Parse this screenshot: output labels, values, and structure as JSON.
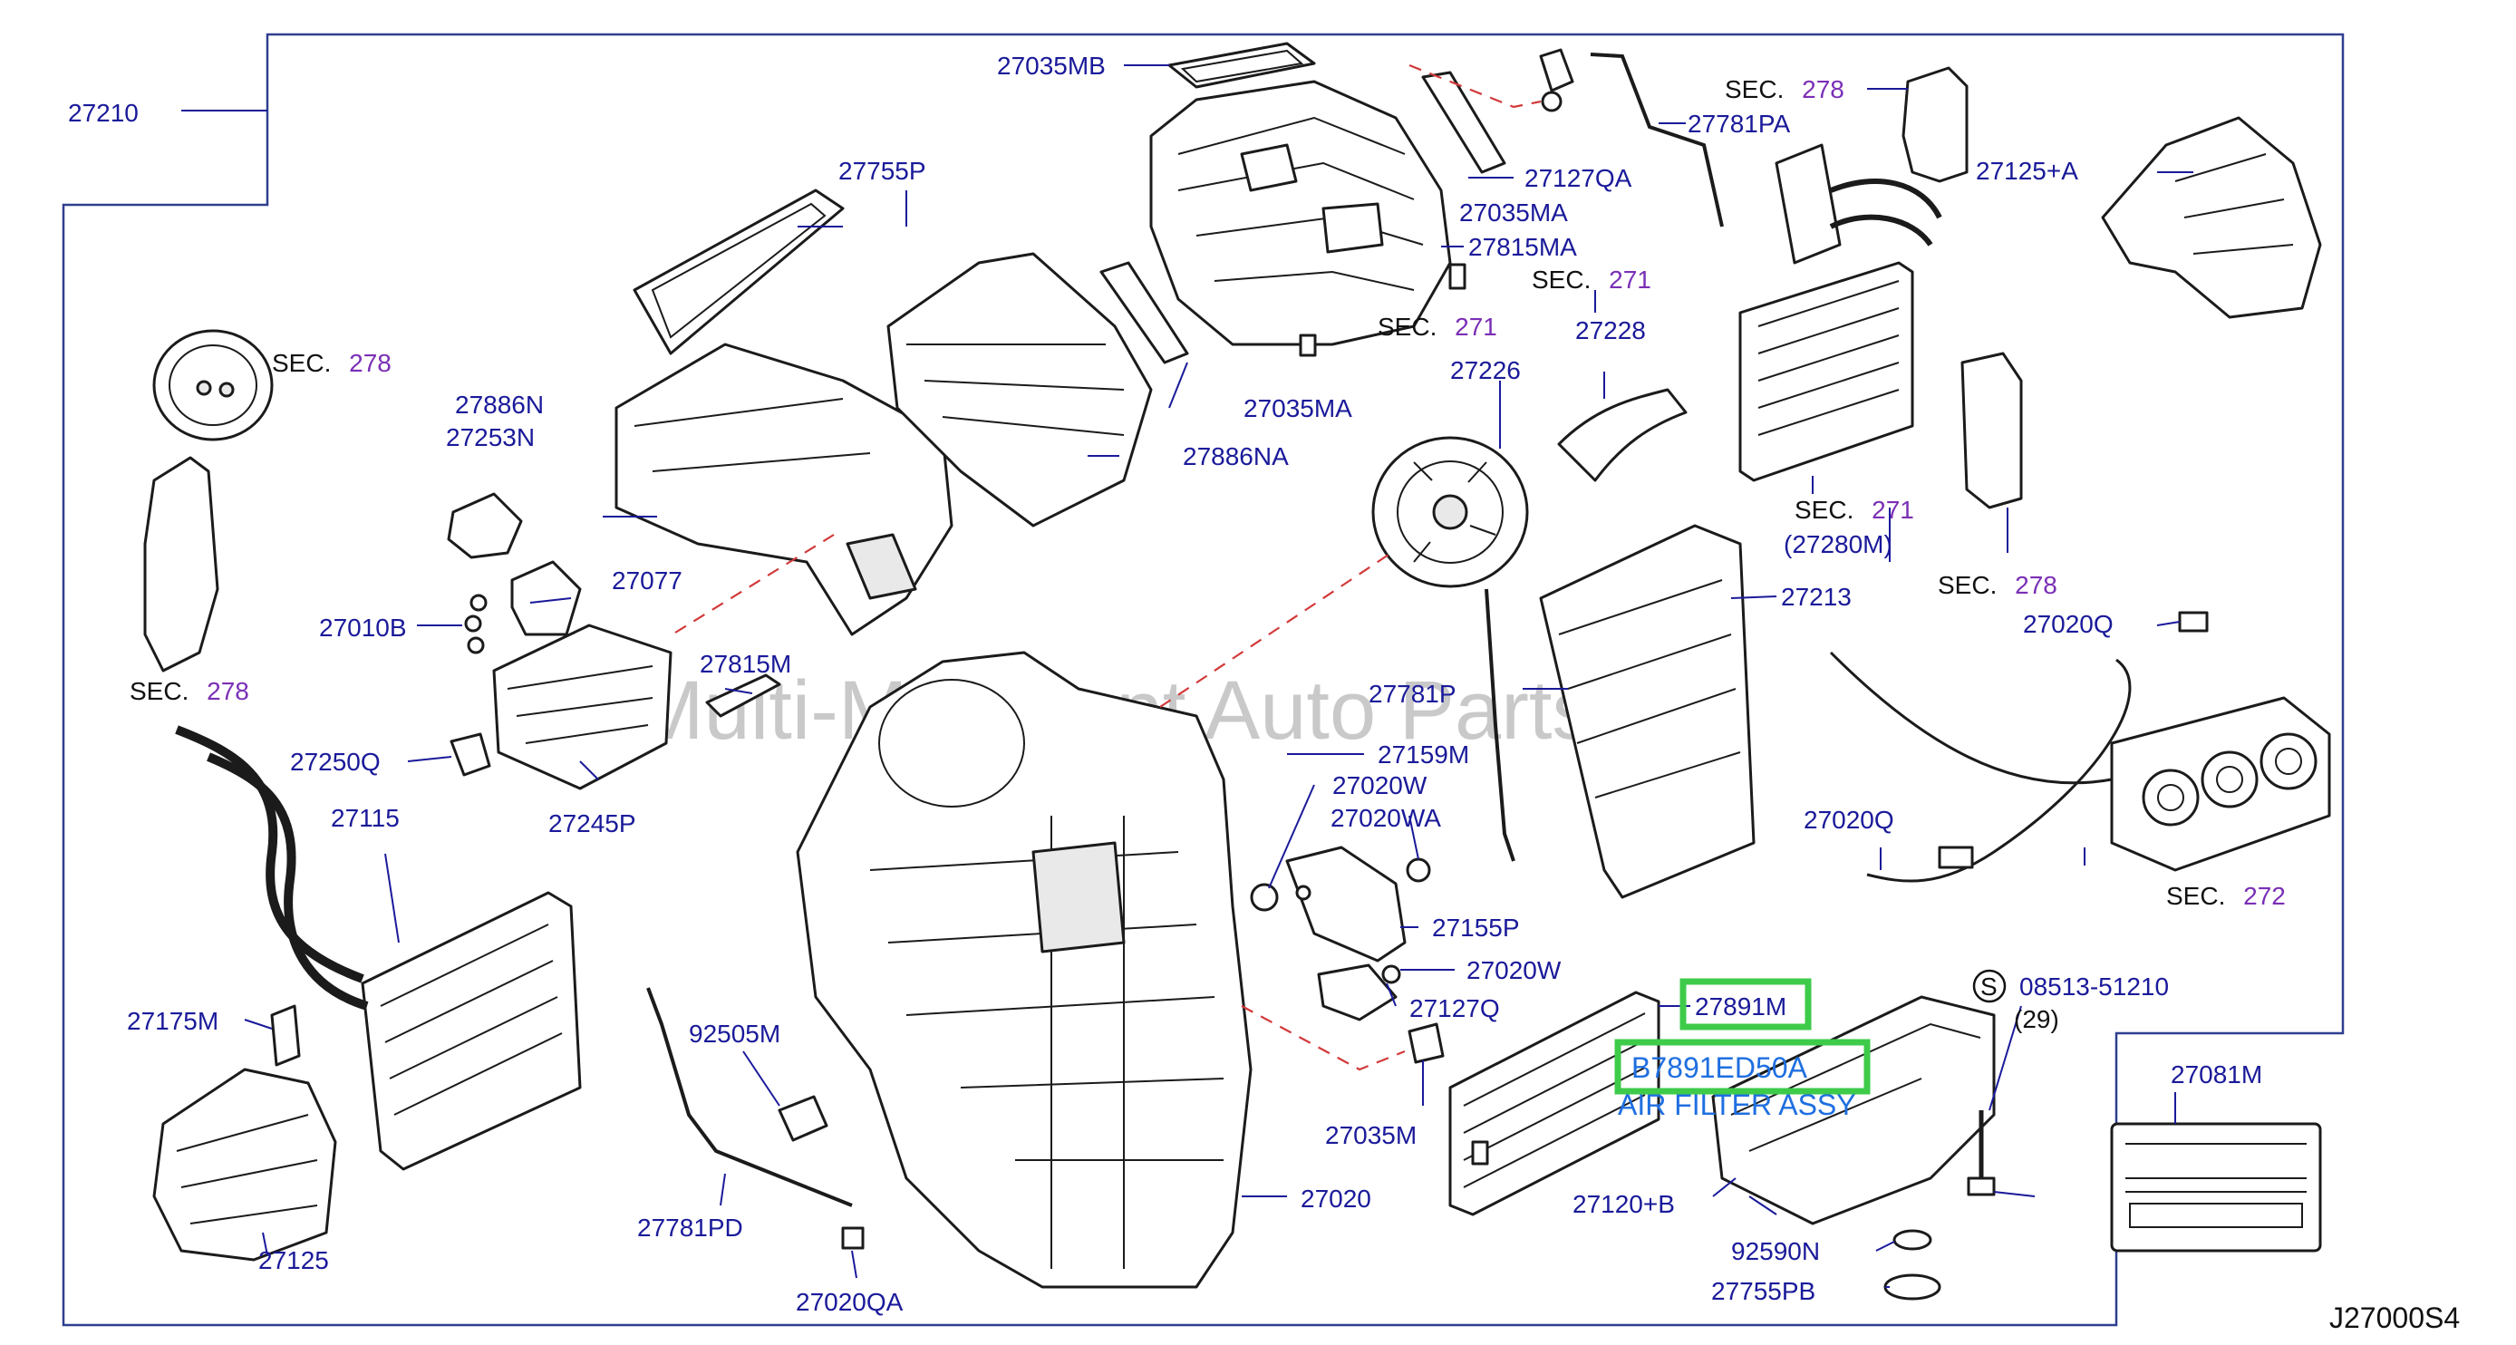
{
  "diagram_code": "J27000S4",
  "watermark": "Multi-Merchant Auto Partstore",
  "highlight": {
    "part": "27891M",
    "replacement": "B7891ED50A",
    "description": "AIR FILTER ASSY",
    "color": "#3ecb4a"
  },
  "sections": {
    "s1": {
      "prefix": "SEC.",
      "num": "278"
    },
    "s2": {
      "prefix": "SEC.",
      "num": "278"
    },
    "s3": {
      "prefix": "SEC.",
      "num": "278"
    },
    "s4": {
      "prefix": "SEC.",
      "num": "271"
    },
    "s5": {
      "prefix": "SEC.",
      "num": "271"
    },
    "s6": {
      "prefix": "SEC.",
      "num": "271"
    },
    "s7": {
      "prefix": "SEC.",
      "num": "278"
    },
    "s8": {
      "prefix": "SEC.",
      "num": "272"
    }
  },
  "bolt": {
    "symbol": "S",
    "number": "08513-51210",
    "qty": "(29)"
  },
  "parts": {
    "p27210": "27210",
    "p27035MB": "27035MB",
    "p27781PA": "27781PA",
    "p27125A": "27125+A",
    "p27755P": "27755P",
    "p27127QA": "27127QA",
    "p27035MA1": "27035MA",
    "p27815MA": "27815MA",
    "p27228": "27228",
    "p27226": "27226",
    "p27035MA2": "27035MA",
    "p27886NA": "27886NA",
    "p27886N": "27886N",
    "p27253N": "27253N",
    "p27077": "27077",
    "p27010B": "27010B",
    "p27280M": "(27280M)",
    "p27213": "27213",
    "p27020Q1": "27020Q",
    "p27815M": "27815M",
    "p27781P": "27781P",
    "p27250Q": "27250Q",
    "p27245P": "27245P",
    "p27159M": "27159M",
    "p27020W1": "27020W",
    "p27020WA": "27020WA",
    "p27115": "27115",
    "p27020Q2": "27020Q",
    "p27155P": "27155P",
    "p27020W2": "27020W",
    "p27175M": "27175M",
    "p92505M": "92505M",
    "p27127Q": "27127Q",
    "p27891M": "27891M",
    "p27081M": "27081M",
    "p27035M": "27035M",
    "p27020": "27020",
    "p27120B": "27120+B",
    "p27125": "27125",
    "p27781PD": "27781PD",
    "p92590N": "92590N",
    "p27755PB": "27755PB",
    "p27020QA": "27020QA"
  }
}
